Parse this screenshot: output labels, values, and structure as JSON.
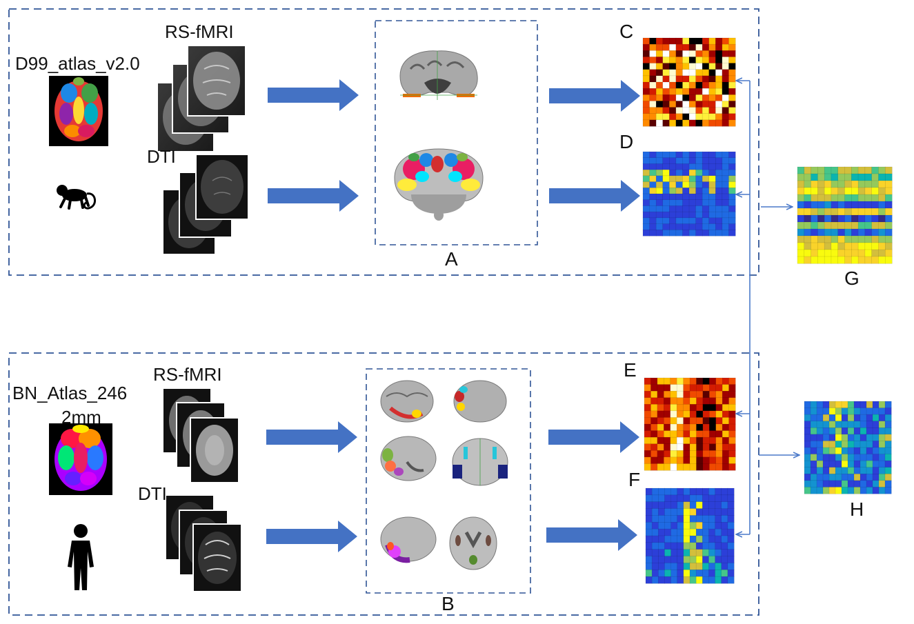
{
  "labels": {
    "a": "A",
    "b": "B",
    "c": "C",
    "d": "D",
    "e": "E",
    "f": "F",
    "g": "G",
    "h": "H"
  },
  "top_panel": {
    "atlas": "D99_atlas_v2.0",
    "rs_fmri": "RS-fMRI",
    "dti": "DTI",
    "subject_icon": "monkey-icon"
  },
  "bottom_panel": {
    "atlas": "BN_Atlas_246",
    "atlas_sub": "2mm",
    "rs_fmri": "RS-fMRI",
    "dti": "DTI",
    "subject_icon": "human-icon"
  },
  "colors": {
    "dashed_border": "#2f5496",
    "arrow": "#4472c4",
    "connector": "#4a79c9"
  }
}
